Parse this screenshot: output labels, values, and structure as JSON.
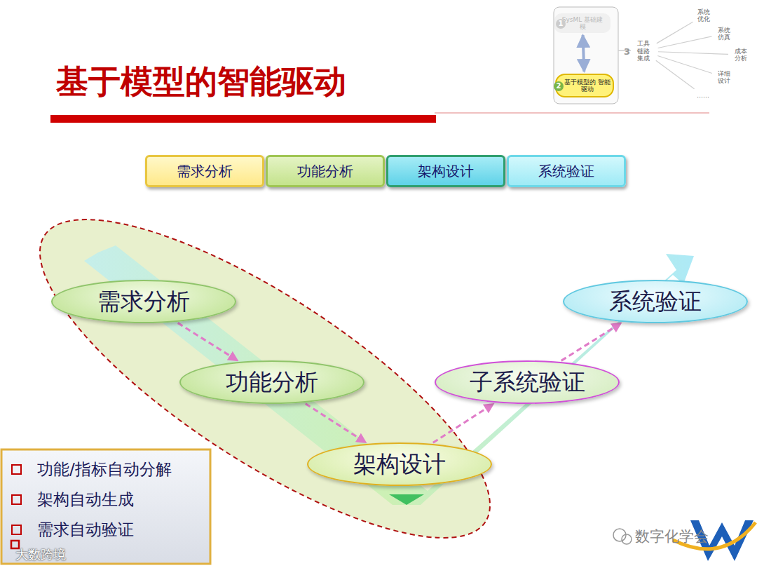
{
  "diagram": {
    "title": "基于模型的智能驱动",
    "nodes": [
      {
        "text": [
          "SysML 基础建模"
        ]
      },
      {
        "text": [
          "基于模型的 智能驱动"
        ]
      },
      {
        "text": [
          "工具 链路 集成"
        ]
      },
      {
        "text": [
          "系统 优化"
        ]
      },
      {
        "text": [
          "系统 仿真"
        ]
      },
      {
        "text": [
          "成本 分析"
        ]
      },
      {
        "text": [
          "详细 设计"
        ]
      },
      {
        "text": [
          "……"
        ]
      },
      {
        "text": [
          "需求分析"
        ]
      },
      {
        "text": [
          "功能分析"
        ]
      },
      {
        "text": [
          "架构设计"
        ]
      },
      {
        "text": [
          "系统验证"
        ]
      },
      {
        "text": [
          "需求分析"
        ]
      },
      {
        "text": [
          "功能分析"
        ]
      },
      {
        "text": [
          "架构设计"
        ]
      },
      {
        "text": [
          "子系统验证"
        ]
      },
      {
        "text": [
          "系统验证"
        ]
      },
      {
        "text": [
          "功能/指标自动分解",
          "架构自动生成",
          "需求自动验证"
        ]
      }
    ],
    "edges": [
      {
        "from": 0,
        "to": 1,
        "arrow": "both"
      },
      {
        "from": 2,
        "to": 3,
        "arrow": "none"
      },
      {
        "from": 2,
        "to": 4,
        "arrow": "none"
      },
      {
        "from": 2,
        "to": 5,
        "arrow": "none"
      },
      {
        "from": 2,
        "to": 6,
        "arrow": "none"
      },
      {
        "from": 2,
        "to": 7,
        "arrow": "none"
      },
      {
        "from": 12,
        "to": 13,
        "arrow": "to"
      },
      {
        "from": 13,
        "to": 14,
        "arrow": "to"
      },
      {
        "from": 14,
        "to": 15,
        "arrow": "to"
      },
      {
        "from": 15,
        "to": 16,
        "arrow": "to"
      }
    ],
    "labels": [
      "1",
      "2",
      "3",
      "数字化学会",
      "大数跨境"
    ]
  }
}
